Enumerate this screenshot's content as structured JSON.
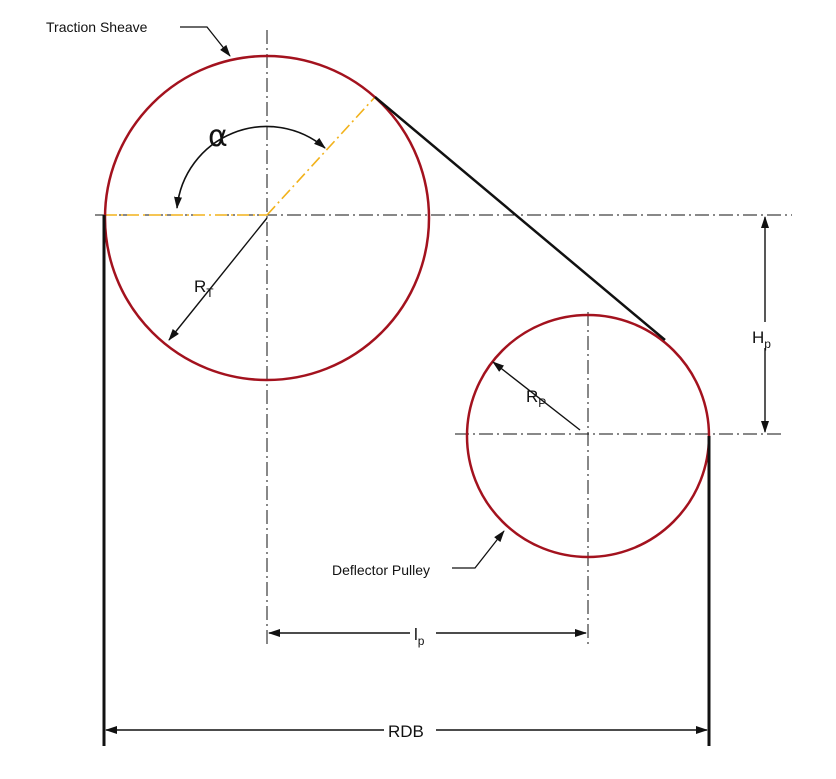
{
  "labels": {
    "traction_sheave": "Traction Sheave",
    "deflector_pulley": "Deflector Pulley",
    "alpha": "α",
    "rt_main": "R",
    "rt_sub": "T",
    "rp_main": "R",
    "rp_sub": "P",
    "hp_main": "H",
    "hp_sub": "p",
    "lp_main": "l",
    "lp_sub": "p",
    "rdb": "RDB"
  },
  "colors": {
    "circle": "#a3121e",
    "rope": "#111111",
    "angle_line": "#f2b21b",
    "centerline": "#111111",
    "text": "#111111"
  }
}
